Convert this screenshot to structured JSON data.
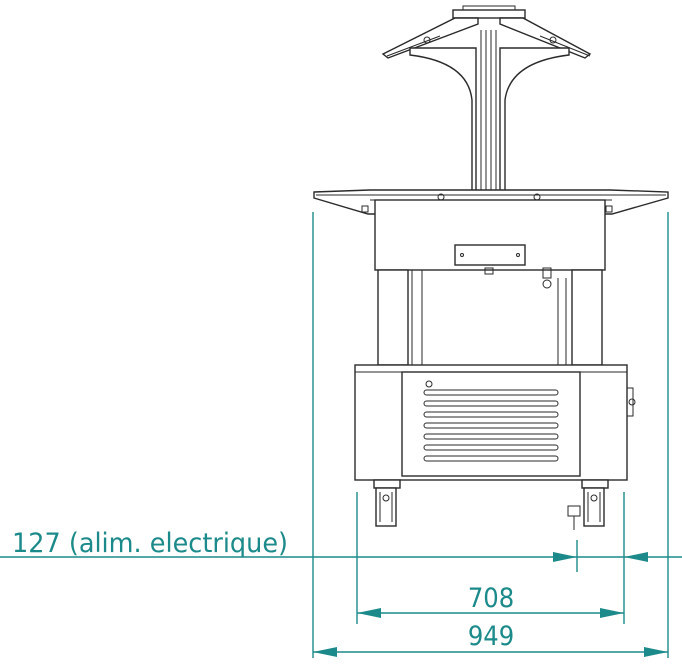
{
  "dimensions": {
    "power_label": "127  (alim. electrique)",
    "inner_width": "708",
    "overall_width": "949"
  },
  "colors": {
    "dimension_line": "#1c8a8a",
    "outline": "#2a2a2a",
    "background": "#ffffff"
  }
}
